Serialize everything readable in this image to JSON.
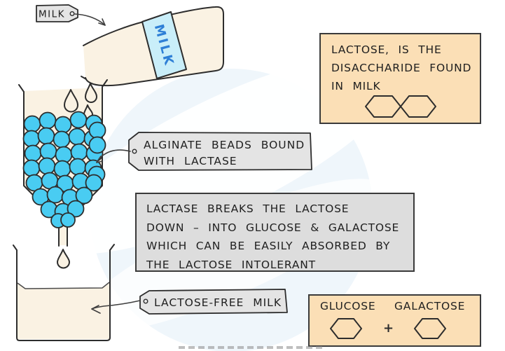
{
  "tags": {
    "milk": {
      "label": "MILK"
    },
    "alginate": {
      "line1": "ALGINATE BEADS BOUND",
      "line2": "WITH LACTASE"
    },
    "lactose_free": {
      "label": "LACTOSE-FREE MILK"
    }
  },
  "bottle": {
    "label": "MILK"
  },
  "info_boxes": {
    "lactose": {
      "line1": "LACTOSE, IS THE",
      "line2": "DISACCHARIDE FOUND",
      "line3": "IN MILK"
    },
    "lactase": {
      "line1": "LACTASE BREAKS THE LACTOSE",
      "line2": "DOWN – INTO GLUCOSE & GALACTOSE",
      "line3": "WHICH CAN BE EASILY ABSORBED BY",
      "line4": "THE LACTOSE INTOLERANT"
    },
    "products": {
      "glucose": "GLUCOSE",
      "galactose": "GALACTOSE",
      "plus": "+"
    }
  },
  "icons": {
    "lactose_molecule": "hexagon-pair",
    "glucose_molecule": "hexagon",
    "galactose_molecule": "hexagon"
  },
  "colors": {
    "beige_box": "#fbdfb6",
    "gray_box": "#dddddd",
    "tag_gray": "#e4e4e4",
    "bead_blue": "#49ccf2",
    "bottle_band_blue": "#c9eef9",
    "milk_text_blue": "#2e7fd6",
    "milk_cream": "#faf2e3",
    "outline_dark": "#2d2d2d"
  }
}
